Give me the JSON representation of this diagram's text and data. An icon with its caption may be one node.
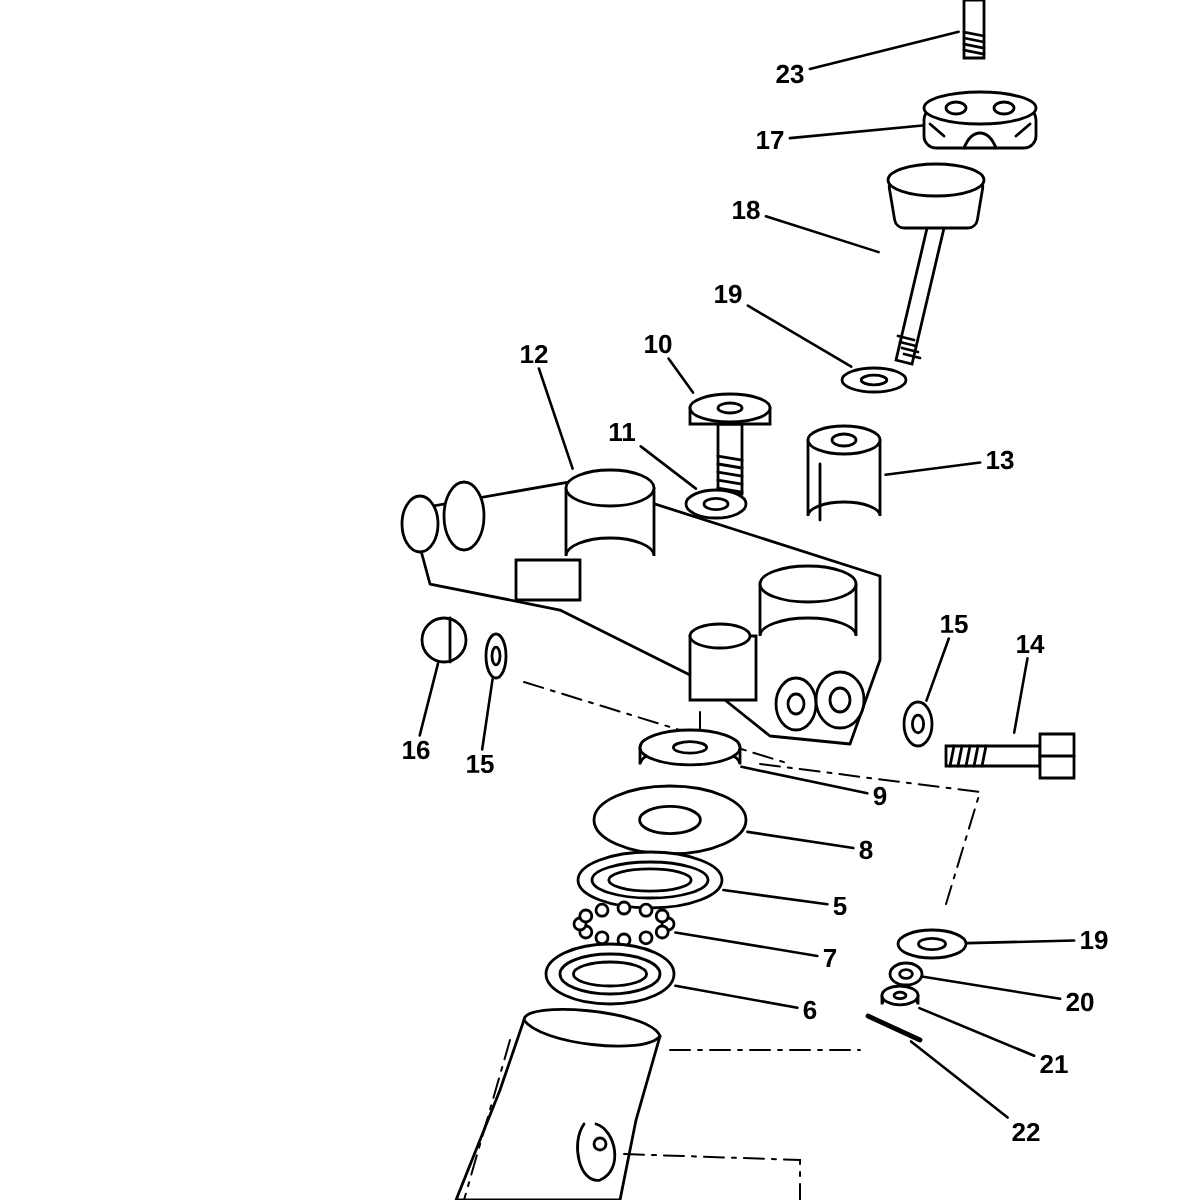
{
  "diagram": {
    "nodes": [
      {
        "text": [
          "23"
        ]
      },
      {
        "text": [],
        "shape": "picture"
      },
      {
        "text": [
          "17"
        ]
      },
      {
        "text": [],
        "shape": "picture"
      },
      {
        "text": [
          "18"
        ]
      },
      {
        "text": [],
        "shape": "picture"
      },
      {
        "text": [
          "19"
        ]
      },
      {
        "text": [],
        "shape": "picture"
      },
      {
        "text": [
          "10"
        ]
      },
      {
        "text": [],
        "shape": "picture"
      },
      {
        "text": [
          "12"
        ]
      },
      {
        "text": [],
        "shape": "picture"
      },
      {
        "text": [
          "11"
        ]
      },
      {
        "text": [],
        "shape": "picture"
      },
      {
        "text": [
          "13"
        ]
      },
      {
        "text": [],
        "shape": "cylinder"
      },
      {
        "text": [
          "15"
        ]
      },
      {
        "text": [],
        "shape": "picture"
      },
      {
        "text": [
          "14"
        ]
      },
      {
        "text": [],
        "shape": "picture"
      },
      {
        "text": [
          "16"
        ]
      },
      {
        "text": [],
        "shape": "picture"
      },
      {
        "text": [
          "15"
        ]
      },
      {
        "text": [],
        "shape": "picture"
      },
      {
        "text": [
          "9"
        ]
      },
      {
        "text": [],
        "shape": "picture"
      },
      {
        "text": [
          "8"
        ]
      },
      {
        "text": [],
        "shape": "picture"
      },
      {
        "text": [
          "5"
        ]
      },
      {
        "text": [],
        "shape": "picture"
      },
      {
        "text": [
          "7"
        ]
      },
      {
        "text": [],
        "shape": "picture"
      },
      {
        "text": [
          "6"
        ]
      },
      {
        "text": [],
        "shape": "picture"
      },
      {
        "text": [
          "19"
        ]
      },
      {
        "text": [],
        "shape": "picture"
      },
      {
        "text": [
          "20"
        ]
      },
      {
        "text": [],
        "shape": "picture"
      },
      {
        "text": [
          "21"
        ]
      },
      {
        "text": [],
        "shape": "picture"
      },
      {
        "text": [
          "22"
        ]
      },
      {
        "text": [],
        "shape": "picture"
      }
    ],
    "edges": [
      {
        "from": 0,
        "to": 1,
        "arrow": "none"
      },
      {
        "from": 2,
        "to": 3,
        "arrow": "none"
      },
      {
        "from": 4,
        "to": 5,
        "arrow": "none"
      },
      {
        "from": 6,
        "to": 7,
        "arrow": "none"
      },
      {
        "from": 8,
        "to": 9,
        "arrow": "none"
      },
      {
        "from": 10,
        "to": 11,
        "arrow": "none"
      },
      {
        "from": 12,
        "to": 13,
        "arrow": "none"
      },
      {
        "from": 14,
        "to": 15,
        "arrow": "none"
      },
      {
        "from": 16,
        "to": 17,
        "arrow": "none"
      },
      {
        "from": 18,
        "to": 19,
        "arrow": "none"
      },
      {
        "from": 20,
        "to": 21,
        "arrow": "none"
      },
      {
        "from": 22,
        "to": 23,
        "arrow": "none"
      },
      {
        "from": 24,
        "to": 25,
        "arrow": "none"
      },
      {
        "from": 26,
        "to": 27,
        "arrow": "none"
      },
      {
        "from": 28,
        "to": 29,
        "arrow": "none"
      },
      {
        "from": 30,
        "to": 31,
        "arrow": "none"
      },
      {
        "from": 32,
        "to": 33,
        "arrow": "none"
      },
      {
        "from": 34,
        "to": 35,
        "arrow": "none"
      },
      {
        "from": 36,
        "to": 37,
        "arrow": "none"
      },
      {
        "from": 38,
        "to": 39,
        "arrow": "none"
      },
      {
        "from": 40,
        "to": 41,
        "arrow": "none"
      }
    ]
  }
}
